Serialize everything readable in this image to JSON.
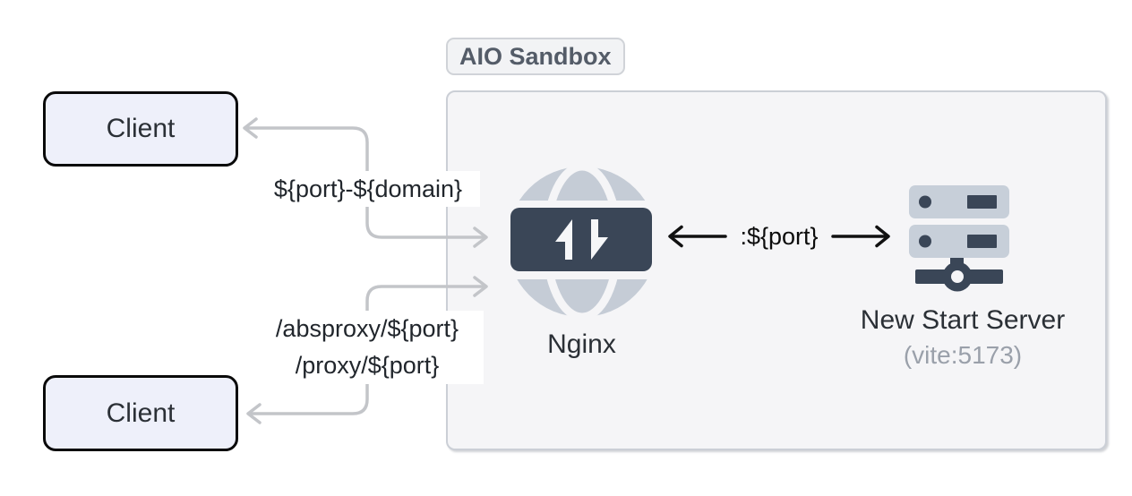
{
  "diagram": {
    "container_label": "AIO Sandbox",
    "nodes": {
      "client_top": "Client",
      "client_bottom": "Client",
      "nginx": "Nginx",
      "server_title": "New Start Server",
      "server_subtitle": "(vite:5173)"
    },
    "edges": {
      "subdomain_route": "${port}-${domain}",
      "absproxy_route": "/absproxy/${port}",
      "proxy_route": "/proxy/${port}",
      "internal_port": ":${port}"
    },
    "icons": {
      "nginx_icon": "globe-transfer-icon",
      "server_icon": "server-rack-network-icon"
    },
    "colors": {
      "arrow_gray": "#c3c5c9",
      "arrow_black": "#111111",
      "dark_slate": "#3a4657",
      "globe_light": "#c5ccd6",
      "rack_light": "#c7cfd9",
      "client_fill": "#eef0fa",
      "sandbox_fill": "#f5f5f7",
      "muted_text": "#9aa0aa"
    }
  }
}
